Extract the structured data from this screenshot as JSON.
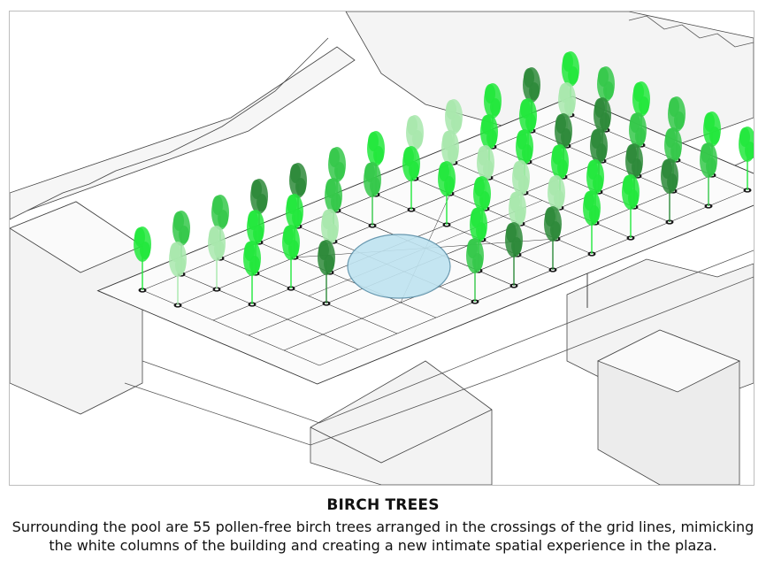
{
  "caption": {
    "title": "BIRCH TREES",
    "body_lines": [
      "Surrounding the pool are 55 pollen-free birch trees arranged in the crossings of the grid lines, mimicking",
      "the white columns of the building and creating a new intimate spatial experience in the plaza."
    ]
  },
  "diagram": {
    "tree_count": 55,
    "colors": {
      "tree_bright": "#22e83c",
      "tree_mid": "#35c84a",
      "tree_dark": "#2e8a3a",
      "tree_pale": "#a8e8ad",
      "pool_fill": "#bfe3f0",
      "pool_stroke": "#5a8fa8",
      "line": "#333333",
      "building_face": "#f3f3f3",
      "building_side": "#e6e6e6"
    }
  }
}
